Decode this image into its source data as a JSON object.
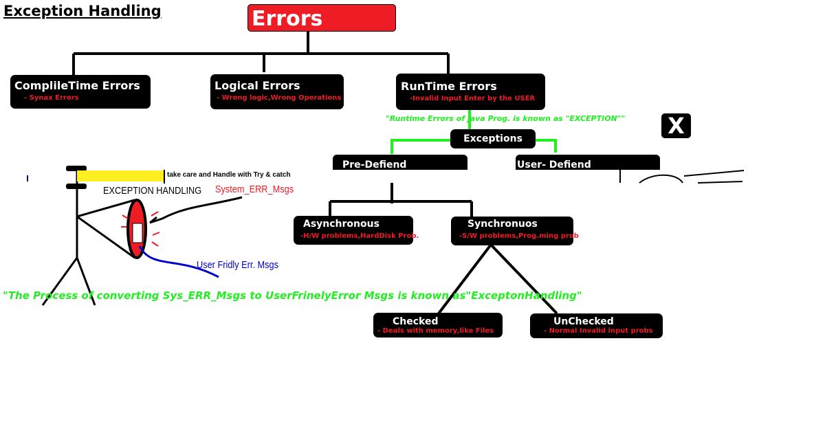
{
  "title": "Exception Handling",
  "root": "Errors",
  "categories": [
    {
      "name": "ComplileTime Errors",
      "desc": "- Synax Errors"
    },
    {
      "name": "Logical Errors",
      "desc": "- Wrong logic,Wrong Operations"
    },
    {
      "name": "RunTime Errors",
      "desc": "-Invalid Input Enter by the USER"
    }
  ],
  "runtime_note": "\"Runtime Errors of java Prog. is known as \"EXCEPTION\"\"",
  "close_mark": "X",
  "exceptions": "Exceptions",
  "predefined": "Pre-Defiend",
  "userdefined": "User- Defiend",
  "asynchronous": {
    "name": "Asynchronous",
    "desc": "-H/W problems,HardDisk Prob."
  },
  "synchronous": {
    "name": "Synchronuos",
    "desc": "-S/W problems,Prog.ming prob"
  },
  "checked": {
    "name": "Checked",
    "desc": "- Deals with memory,like Files"
  },
  "unchecked": {
    "name": "UnChecked",
    "desc": "- Normal Invalid  input probs"
  },
  "sketch": {
    "handle_note": "take care and Handle with Try & catch",
    "heading": "EXCEPTION HANDLING",
    "sys_msgs": "System_ERR_Msgs",
    "user_msgs": "User Fridly Err. Msgs"
  },
  "definition": "\"The Process of converting Sys_ERR_Msgs to UserFrinelyError Msgs is known as\"ExceptonHandling\"",
  "colors": {
    "red": "#ee1c24",
    "green": "#22ee22",
    "blue": "#0000cc",
    "yellow": "#ffee22",
    "black": "#000000"
  }
}
